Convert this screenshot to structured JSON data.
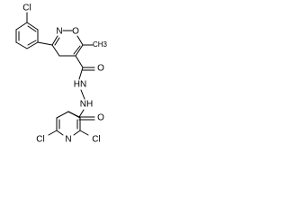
{
  "molecule": {
    "atoms": {
      "cl_phenyl": "Cl",
      "isoxazole_o": "O",
      "isoxazole_n": "N",
      "methyl": "CH3",
      "carbonyl_o_1": "O",
      "hydrazide_nh_1": "HN",
      "hydrazide_nh_2": "NH",
      "carbonyl_o_2": "O",
      "cl_left": "Cl",
      "pyridine_n": "N",
      "cl_right": "Cl"
    }
  },
  "colors": {
    "bond": "#000000",
    "label": "#000000",
    "background": "#ffffff"
  }
}
